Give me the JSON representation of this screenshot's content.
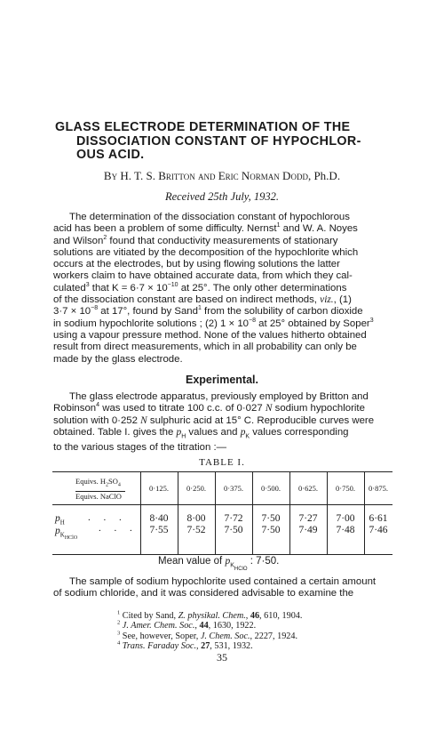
{
  "title": {
    "line1": "GLASS ELECTRODE DETERMINATION OF THE",
    "line2": "DISSOCIATION CONSTANT OF HYPOCHLOR-",
    "line3": "OUS ACID."
  },
  "byline": {
    "by": "By",
    "author1": "H. T. S. Britton",
    "and": "and",
    "author2": "Eric Norman Dodd",
    "degree": ", Ph.D."
  },
  "received": "Received 25th July, 1932.",
  "intro": {
    "l1": "The determination of the dissociation constant of hypochlorous",
    "l2": "acid has been a problem of some difficulty.  Nernst",
    "l2_ref": "1",
    "l2_tail": " and W. A. Noyes",
    "l3": "and Wilson",
    "l3_ref": "2",
    "l3_tail": " found that conductivity measurements of stationary",
    "l4": "solutions are vitiated by the decomposition of the hypochlorite which",
    "l5": "occurs at the electrodes, but by using flowing solutions the latter",
    "l6": "workers claim to have obtained accurate data, from which they cal-",
    "l7": "culated",
    "l7_ref": "3",
    "l7_tail": " that K = 6·7 × 10",
    "l7_exp": "−10",
    "l7_end": " at 25°.  The only other determinations",
    "l8": "of the dissociation constant are based on indirect methods,",
    "l8_viz": "viz.",
    "l8_end": ", (1)",
    "l9": "3·7 × 10",
    "l9_exp": "−8",
    "l9_mid": " at 17°, found by Sand",
    "l9_ref": "1",
    "l9_tail": " from the solubility of carbon dioxide",
    "l10": "in sodium hypochlorite solutions ; (2) 1 × 10",
    "l10_exp": "−8",
    "l10_tail": " at 25° obtained by Soper",
    "l10_ref": "3",
    "l11": "using a vapour pressure method.  None of the values hitherto obtained",
    "l12": "result from direct measurements, which in all probability can only be",
    "l13": "made by the glass electrode."
  },
  "experimental_heading": "Experimental.",
  "experimental": {
    "l1": "The glass electrode apparatus, previously employed by Britton and",
    "l2": "Robinson",
    "l2_ref": "4",
    "l2_tail": " was used to titrate 100 c.c. of 0·027",
    "l2_n": "N",
    "l2_end": " sodium hypochlorite",
    "l3": "solution with 0·252",
    "l3_n": "N",
    "l3_tail": " sulphuric acid at 15° C.  Reproducible curves were",
    "l4": "obtained.  Table I. gives the",
    "l4_ph": "p",
    "l4_ph_sub": "H",
    "l4_mid": " values and",
    "l4_pk": "p",
    "l4_pk_sub": "K",
    "l4_tail": " values corresponding",
    "l5": "to the various stages of the titration :—"
  },
  "table": {
    "title": "TABLE I.",
    "corner_top": "Equivs. H",
    "corner_top_sub1": "2",
    "corner_top_mid": "SO",
    "corner_top_sub2": "4",
    "corner_bottom": "Equivs. NaClO",
    "columns": [
      "0·125.",
      "0·250.",
      "0·375.",
      "0·500.",
      "0·625.",
      "0·750.",
      "0·875."
    ],
    "rows": [
      {
        "label": "p",
        "sub": "H",
        "dots": ". . .",
        "values": [
          "8·40",
          "8·00",
          "7·72",
          "7·50",
          "7·27",
          "7·00",
          "6·61"
        ]
      },
      {
        "label": "p",
        "sub": "K",
        "sub2": "HClO",
        "dots": ". . .",
        "values": [
          "7·55",
          "7·52",
          "7·50",
          "7·50",
          "7·49",
          "7·48",
          "7·46"
        ]
      }
    ]
  },
  "mean": {
    "prefix": "Mean value of",
    "p": "p",
    "sub": "K",
    "sub2": "HClO",
    "value": ":  7·50."
  },
  "closing": {
    "l1": "The sample of sodium hypochlorite used contained a certain amount",
    "l2": "of sodium chloride, and it was considered advisable to examine the"
  },
  "footnotes": [
    {
      "num": "1",
      "pre": "Cited by Sand,",
      "src": "Z. physikal. Chem.",
      "post": ",",
      "vol": "46",
      "tail": ", 610, 1904."
    },
    {
      "num": "2",
      "pre": "",
      "src": "J. Amer. Chem. Soc.",
      "post": ",",
      "vol": "44",
      "tail": ", 1630, 1922."
    },
    {
      "num": "3",
      "pre": "See, however, Soper,",
      "src": "J. Chem. Soc.",
      "post": ",",
      "vol": "",
      "tail": " 2227, 1924."
    },
    {
      "num": "4",
      "pre": "",
      "src": "Trans. Faraday Soc.",
      "post": ",",
      "vol": "27",
      "tail": ", 531, 1932."
    }
  ],
  "page_number": "35"
}
